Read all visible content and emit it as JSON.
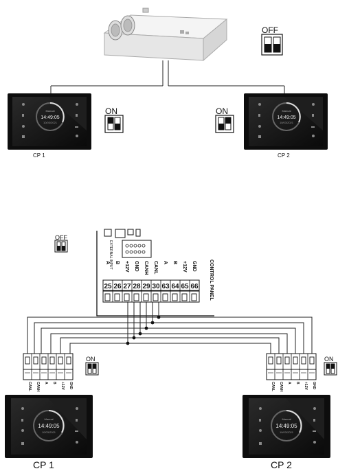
{
  "top": {
    "unit_dip": {
      "label": "OFF"
    },
    "panel_left": {
      "caption": "CP 1",
      "dip_label": "ON",
      "time": "14:49:05",
      "mode": "Manual",
      "date": "10/03/2021"
    },
    "panel_right": {
      "caption": "CP 2",
      "dip_label": "ON",
      "time": "14:49:05",
      "mode": "Manual",
      "date": "10/03/2021"
    }
  },
  "bottom": {
    "board_dip": {
      "label": "OFF"
    },
    "board": {
      "upper_labels": [
        "A",
        "B",
        "+12V",
        "GND",
        "CANH",
        "CANL",
        "A",
        "B",
        "+12V",
        "GND"
      ],
      "terminal_numbers": [
        "25",
        "26",
        "27",
        "28",
        "29",
        "30",
        "63",
        "64",
        "65",
        "66"
      ],
      "side_label": "CONTROL PANEL",
      "ext_input_label": "EXTERNAL INPUT"
    },
    "left_block": {
      "dip_label": "ON",
      "pins": [
        "CANL",
        "CANH",
        "A",
        "B",
        "+12V",
        "GND"
      ]
    },
    "right_block": {
      "dip_label": "ON",
      "pins": [
        "CANL",
        "CANH",
        "A",
        "B",
        "+12V",
        "GND"
      ]
    },
    "panel_left": {
      "caption": "CP 1",
      "time": "14:49:05",
      "mode": "Manual",
      "date": "10/03/2021"
    },
    "panel_right": {
      "caption": "CP 2",
      "time": "14:49:05",
      "mode": "Manual",
      "date": "10/03/2021"
    }
  }
}
